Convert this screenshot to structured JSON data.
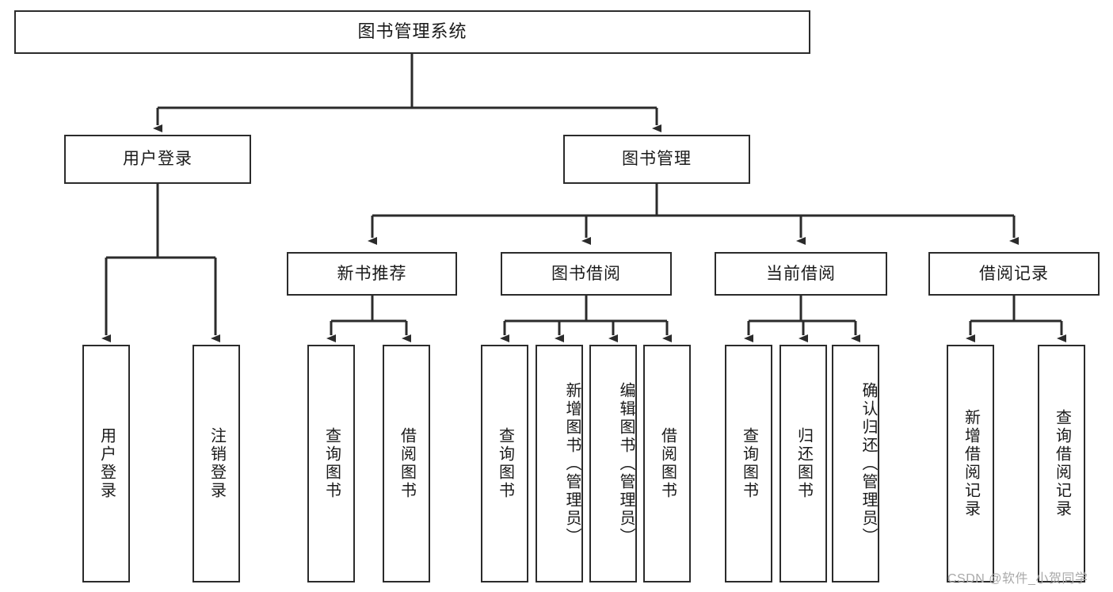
{
  "diagram": {
    "type": "hierarchy-tree",
    "title": "图书管理系统",
    "root": {
      "label": "图书管理系统"
    },
    "level1": [
      {
        "label": "用户登录"
      },
      {
        "label": "图书管理"
      }
    ],
    "level2": [
      {
        "label": "新书推荐"
      },
      {
        "label": "图书借阅"
      },
      {
        "label": "当前借阅"
      },
      {
        "label": "借阅记录"
      }
    ],
    "leaves": {
      "user_login": [
        {
          "label": "用户登录"
        },
        {
          "label": "注销登录"
        }
      ],
      "new_book_recommend": [
        {
          "label": "查询图书"
        },
        {
          "label": "借阅图书"
        }
      ],
      "book_borrow": [
        {
          "label": "查询图书"
        },
        {
          "label": "新增图书（管理员）"
        },
        {
          "label": "编辑图书（管理员）"
        },
        {
          "label": "借阅图书"
        }
      ],
      "current_borrow": [
        {
          "label": "查询图书"
        },
        {
          "label": "归还图书"
        },
        {
          "label": "确认归还（管理员）"
        }
      ],
      "borrow_record": [
        {
          "label": "新增借阅记录"
        },
        {
          "label": "查询借阅记录"
        }
      ]
    }
  },
  "watermark": {
    "text": "CSDN @软件_小贺同学"
  },
  "colors": {
    "border": "#2b2b2b",
    "text": "#1a1a1a",
    "background": "#ffffff",
    "watermark": "#a9a9a9"
  }
}
